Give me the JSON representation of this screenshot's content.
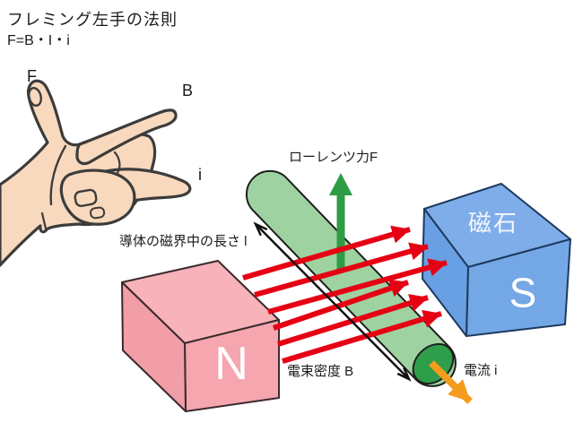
{
  "header": {
    "title": "フレミング左手の法則",
    "formula": "F=B・I・i"
  },
  "hand": {
    "thumb_label": "F",
    "index_label": "B",
    "middle_label": "i"
  },
  "diagram": {
    "lorentz_label": "ローレンツ力F",
    "length_label": "導体の磁界中の長さ l",
    "flux_label": "電束密度 B",
    "current_label": "電流 i",
    "north_magnet": {
      "pole": "N"
    },
    "south_magnet": {
      "name": "磁石",
      "pole": "S"
    }
  },
  "colors": {
    "flux_arrow": "#e60013",
    "lorentz_arrow": "#2e9c44",
    "current_arrow": "#f59b1e",
    "conductor_body": "#9ed3a1",
    "conductor_end": "#2f9e4a",
    "north_top": "#f7b3b9",
    "north_left": "#f19ea7",
    "north_front": "#f5a6ae",
    "south_top": "#7fade9",
    "south_left": "#699fe3",
    "south_front": "#74a7e6",
    "skin": "#f8d9bd",
    "outline": "#3c3c3c"
  }
}
